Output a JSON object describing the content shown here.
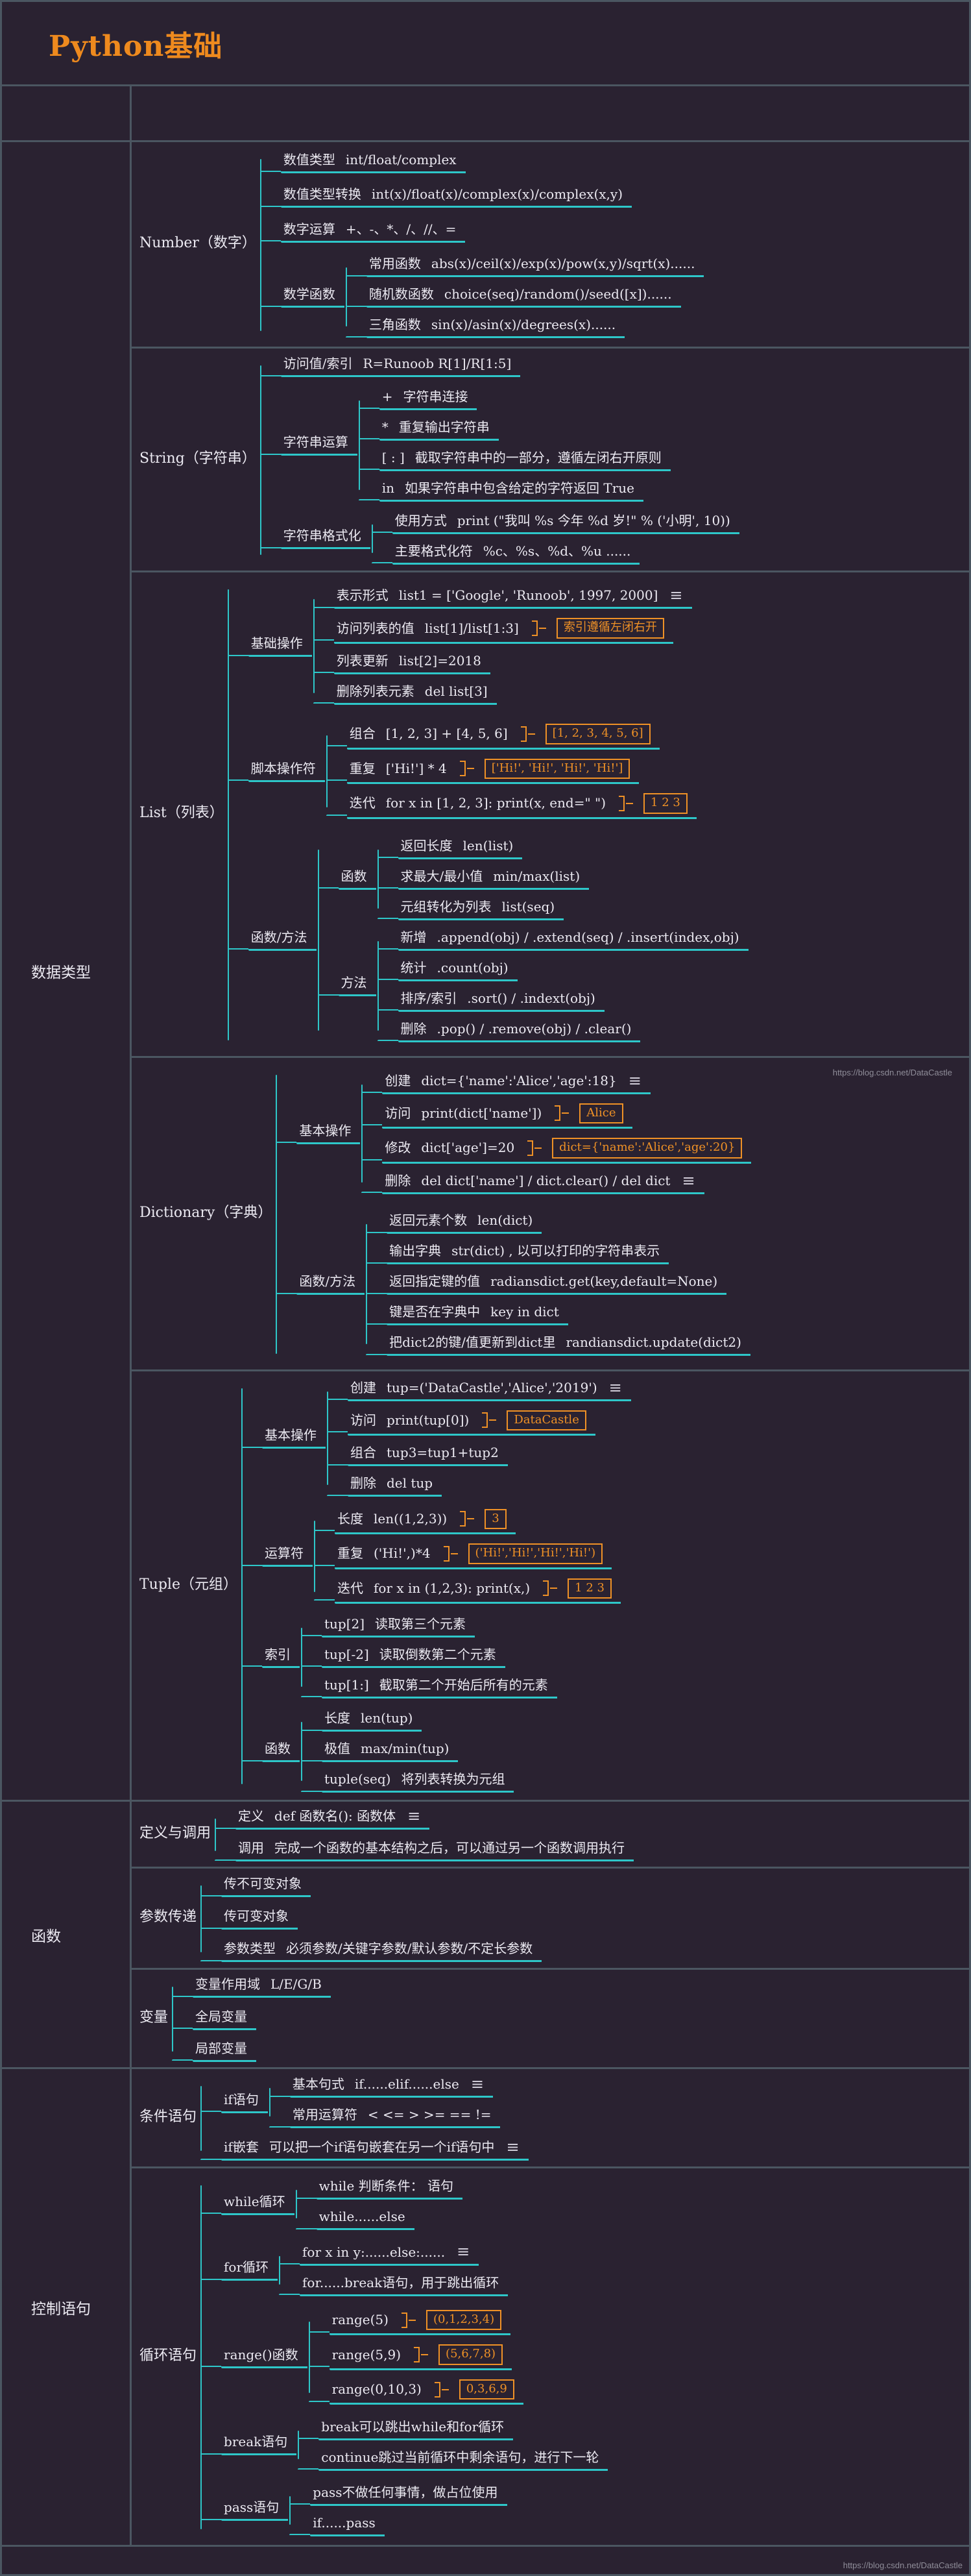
{
  "meta": {
    "colors": {
      "background": "#2a2231",
      "divider": "#4b5661",
      "branch_teal": "#2ec7c9",
      "text_white": "#eceaf2",
      "result_orange": "#ef9126",
      "title_orange": "#ee8a1e"
    },
    "icons": {
      "notes": "≡"
    }
  },
  "header": {
    "title": "Python基础"
  },
  "watermarks": {
    "mid": "https://blog.csdn.net/DataCastle",
    "bottom": "https://blog.csdn.net/DataCastle"
  },
  "rows": [
    {
      "category": "数据类型",
      "blocks": [
        {
          "t": "Number（数字）",
          "children": [
            {
              "t": "数值类型",
              "v": "int/float/complex"
            },
            {
              "t": "数值类型转换",
              "v": "int(x)/float(x)/complex(x)/complex(x,y)"
            },
            {
              "t": "数字运算",
              "v": "+、-、*、/、//、="
            },
            {
              "t": "数学函数",
              "children": [
                {
                  "t": "常用函数",
                  "v": "abs(x)/ceil(x)/exp(x)/pow(x,y)/sqrt(x)......"
                },
                {
                  "t": "随机数函数",
                  "v": "choice(seq)/random()/seed([x])......"
                },
                {
                  "t": "三角函数",
                  "v": "sin(x)/asin(x)/degrees(x)......"
                }
              ]
            }
          ]
        },
        {
          "t": "String（字符串）",
          "children": [
            {
              "t": "访问值/索引",
              "v": "R=Runoob R[1]/R[1:5]"
            },
            {
              "t": "字符串运算",
              "children": [
                {
                  "t": "+",
                  "v": "字符串连接"
                },
                {
                  "t": "*",
                  "v": "重复输出字符串"
                },
                {
                  "t": "[ : ]",
                  "v": "截取字符串中的一部分，遵循左闭右开原则"
                },
                {
                  "t": "in",
                  "v": "如果字符串中包含给定的字符返回 True"
                }
              ]
            },
            {
              "t": "字符串格式化",
              "children": [
                {
                  "t": "使用方式",
                  "v": "print (\"我叫 %s 今年 %d 岁!\" % ('小明', 10))"
                },
                {
                  "t": "主要格式化符",
                  "v": "%c、%s、%d、%u ......"
                }
              ]
            }
          ]
        },
        {
          "t": "List（列表）",
          "children": [
            {
              "t": "基础操作",
              "children": [
                {
                  "t": "表示形式",
                  "v": "list1 = ['Google', 'Runoob', 1997, 2000]",
                  "notes": true
                },
                {
                  "t": "访问列表的值",
                  "v": "list[1]/list[1:3]",
                  "box": "索引遵循左闭右开"
                },
                {
                  "t": "列表更新",
                  "v": "list[2]=2018"
                },
                {
                  "t": "删除列表元素",
                  "v": "del list[3]"
                }
              ]
            },
            {
              "t": "脚本操作符",
              "children": [
                {
                  "t": "组合",
                  "v": "[1, 2, 3] + [4, 5, 6]",
                  "box": "[1, 2, 3, 4, 5, 6]"
                },
                {
                  "t": "重复",
                  "v": "['Hi!'] * 4",
                  "box": "['Hi!', 'Hi!', 'Hi!', 'Hi!']"
                },
                {
                  "t": "迭代",
                  "v": "for x in [1, 2, 3]: print(x, end=\" \")",
                  "box": "1 2 3"
                }
              ]
            },
            {
              "t": "函数/方法",
              "children": [
                {
                  "t": "函数",
                  "children": [
                    {
                      "t": "返回长度",
                      "v": "len(list)"
                    },
                    {
                      "t": "求最大/最小值",
                      "v": "min/max(list)"
                    },
                    {
                      "t": "元组转化为列表",
                      "v": "list(seq)"
                    }
                  ]
                },
                {
                  "t": "方法",
                  "children": [
                    {
                      "t": "新增",
                      "v": ".append(obj) / .extend(seq) / .insert(index,obj)"
                    },
                    {
                      "t": "统计",
                      "v": ".count(obj)"
                    },
                    {
                      "t": "排序/索引",
                      "v": ".sort() / .indext(obj)"
                    },
                    {
                      "t": "删除",
                      "v": ".pop() / .remove(obj) / .clear()"
                    }
                  ]
                }
              ]
            }
          ]
        },
        {
          "t": "Dictionary（字典）",
          "children": [
            {
              "t": "基本操作",
              "children": [
                {
                  "t": "创建",
                  "v": "dict={'name':'Alice','age':18}",
                  "notes": true
                },
                {
                  "t": "访问",
                  "v": "print(dict['name'])",
                  "box": "Alice"
                },
                {
                  "t": "修改",
                  "v": "dict['age']=20",
                  "box": "dict={'name':'Alice','age':20}"
                },
                {
                  "t": "删除",
                  "v": "del dict['name'] / dict.clear() / del dict",
                  "notes": true
                }
              ]
            },
            {
              "t": "函数/方法",
              "children": [
                {
                  "t": "返回元素个数",
                  "v": "len(dict)"
                },
                {
                  "t": "输出字典",
                  "v": "str(dict) , 以可以打印的字符串表示"
                },
                {
                  "t": "返回指定键的值",
                  "v": "radiansdict.get(key,default=None)"
                },
                {
                  "t": "键是否在字典中",
                  "v": "key in dict"
                },
                {
                  "t": "把dict2的键/值更新到dict里",
                  "v": "randiansdict.update(dict2)"
                }
              ]
            }
          ]
        },
        {
          "t": "Tuple（元组）",
          "children": [
            {
              "t": "基本操作",
              "children": [
                {
                  "t": "创建",
                  "v": "tup=('DataCastle','Alice','2019')",
                  "notes": true
                },
                {
                  "t": "访问",
                  "v": "print(tup[0])",
                  "box": "DataCastle"
                },
                {
                  "t": "组合",
                  "v": "tup3=tup1+tup2"
                },
                {
                  "t": "删除",
                  "v": "del tup"
                }
              ]
            },
            {
              "t": "运算符",
              "children": [
                {
                  "t": "长度",
                  "v": "len((1,2,3))",
                  "box": "3"
                },
                {
                  "t": "重复",
                  "v": "('Hi!',)*4",
                  "box": "('Hi!','Hi!','Hi!','Hi!')"
                },
                {
                  "t": "迭代",
                  "v": "for x in (1,2,3):  print(x,)",
                  "box": "1 2 3"
                }
              ]
            },
            {
              "t": "索引",
              "children": [
                {
                  "t": "tup[2]",
                  "v": "读取第三个元素"
                },
                {
                  "t": "tup[-2]",
                  "v": "读取倒数第二个元素"
                },
                {
                  "t": "tup[1:]",
                  "v": "截取第二个开始后所有的元素"
                }
              ]
            },
            {
              "t": "函数",
              "children": [
                {
                  "t": "长度",
                  "v": "len(tup)"
                },
                {
                  "t": "极值",
                  "v": "max/min(tup)"
                },
                {
                  "t": "tuple(seq)",
                  "v": "将列表转换为元组"
                }
              ]
            }
          ]
        }
      ]
    },
    {
      "category": "函数",
      "blocks": [
        {
          "t": "定义与调用",
          "children": [
            {
              "t": "定义",
              "v": "def 函数名():  函数体",
              "notes": true
            },
            {
              "t": "调用",
              "v": "完成一个函数的基本结构之后，可以通过另一个函数调用执行"
            }
          ]
        },
        {
          "t": "参数传递",
          "children": [
            {
              "t": "传不可变对象"
            },
            {
              "t": "传可变对象"
            },
            {
              "t": "参数类型",
              "v": "必须参数/关键字参数/默认参数/不定长参数"
            }
          ]
        },
        {
          "t": "变量",
          "children": [
            {
              "t": "变量作用域",
              "v": "L/E/G/B"
            },
            {
              "t": "全局变量"
            },
            {
              "t": "局部变量"
            }
          ]
        }
      ]
    },
    {
      "category": "控制语句",
      "blocks": [
        {
          "t": "条件语句",
          "children": [
            {
              "t": "if语句",
              "children": [
                {
                  "t": "基本句式",
                  "v": "if......elif......else",
                  "notes": true
                },
                {
                  "t": "常用运算符",
                  "v": "<  <=  >  >=  ==  !="
                }
              ]
            },
            {
              "t": "if嵌套",
              "v": "可以把一个if语句嵌套在另一个if语句中",
              "notes": true
            }
          ]
        },
        {
          "t": "循环语句",
          "children": [
            {
              "t": "while循环",
              "children": [
                {
                  "t": "while 判断条件：  语句"
                },
                {
                  "t": "while......else"
                }
              ]
            },
            {
              "t": "for循环",
              "children": [
                {
                  "t": "for x in y:......else:......",
                  "notes": true
                },
                {
                  "t": "for......break语句，用于跳出循环"
                }
              ]
            },
            {
              "t": "range()函数",
              "children": [
                {
                  "t": "range(5)",
                  "box": "(0,1,2,3,4)"
                },
                {
                  "t": "range(5,9)",
                  "box": "(5,6,7,8)"
                },
                {
                  "t": "range(0,10,3)",
                  "box": "0,3,6,9"
                }
              ]
            },
            {
              "t": "break语句",
              "children": [
                {
                  "t": "break可以跳出while和for循环"
                },
                {
                  "t": "continue跳过当前循环中剩余语句，进行下一轮"
                }
              ]
            },
            {
              "t": "pass语句",
              "children": [
                {
                  "t": "pass不做任何事情，做占位使用"
                },
                {
                  "t": "if......pass"
                }
              ]
            }
          ]
        }
      ]
    }
  ]
}
